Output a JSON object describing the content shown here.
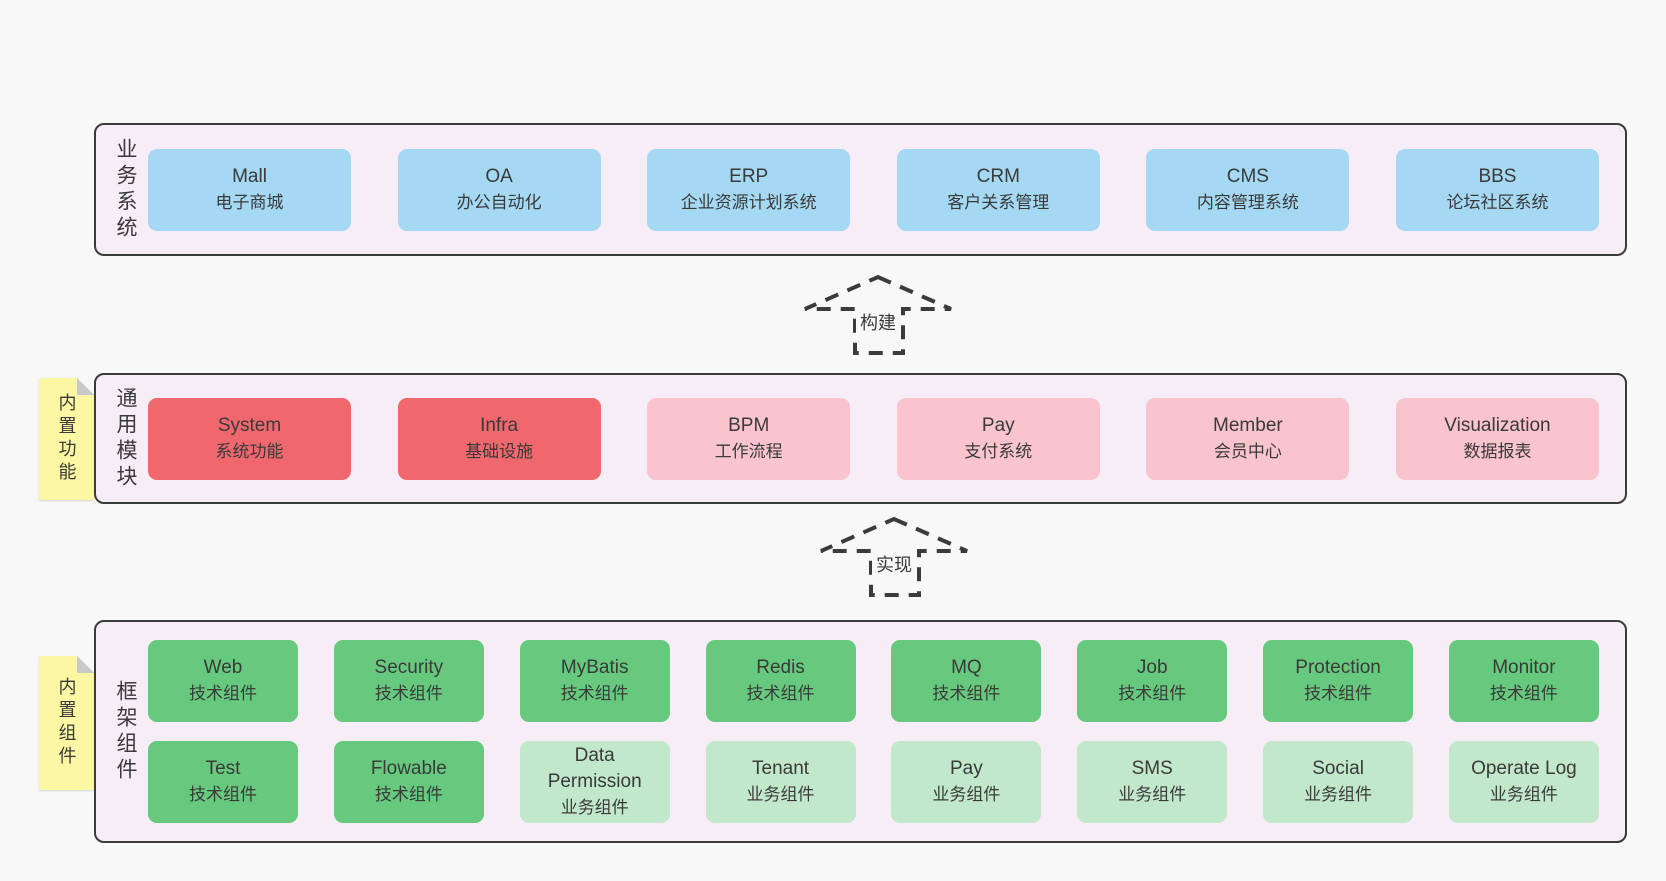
{
  "colors": {
    "page_bg": "#f8f8f8",
    "panel_bg": "#f7edf6",
    "panel_border": "#3b3b3b",
    "blue_box": "#a5d8f2",
    "red_box": "#f0686d",
    "pink_box": "#f9c4ce",
    "green_box": "#66c97e",
    "light_green_box": "#c2e8cb",
    "sticky_note": "#fbf7a2",
    "sticky_fold": "#c9c9c9",
    "text": "#3a3a3a"
  },
  "business_systems": {
    "label": "业务系统",
    "boxes": [
      {
        "name": "Mall",
        "desc": "电子商城"
      },
      {
        "name": "OA",
        "desc": "办公自动化"
      },
      {
        "name": "ERP",
        "desc": "企业资源计划系统"
      },
      {
        "name": "CRM",
        "desc": "客户关系管理"
      },
      {
        "name": "CMS",
        "desc": "内容管理系统"
      },
      {
        "name": "BBS",
        "desc": "论坛社区系统"
      }
    ]
  },
  "arrow_build": {
    "label": "构建"
  },
  "common_modules": {
    "label": "通用模块",
    "sticky": "内置功能",
    "boxes": [
      {
        "name": "System",
        "desc": "系统功能"
      },
      {
        "name": "Infra",
        "desc": "基础设施"
      },
      {
        "name": "BPM",
        "desc": "工作流程"
      },
      {
        "name": "Pay",
        "desc": "支付系统"
      },
      {
        "name": "Member",
        "desc": "会员中心"
      },
      {
        "name": "Visualization",
        "desc": "数据报表"
      }
    ]
  },
  "arrow_implement": {
    "label": "实现"
  },
  "framework_components": {
    "label": "框架组件",
    "sticky": "内置组件",
    "row1": [
      {
        "name": "Web",
        "desc": "技术组件"
      },
      {
        "name": "Security",
        "desc": "技术组件"
      },
      {
        "name": "MyBatis",
        "desc": "技术组件"
      },
      {
        "name": "Redis",
        "desc": "技术组件"
      },
      {
        "name": "MQ",
        "desc": "技术组件"
      },
      {
        "name": "Job",
        "desc": "技术组件"
      },
      {
        "name": "Protection",
        "desc": "技术组件"
      },
      {
        "name": "Monitor",
        "desc": "技术组件"
      }
    ],
    "row2": [
      {
        "name": "Test",
        "desc": "技术组件"
      },
      {
        "name": "Flowable",
        "desc": "技术组件"
      },
      {
        "name": "Data Permission",
        "desc": "业务组件"
      },
      {
        "name": "Tenant",
        "desc": "业务组件"
      },
      {
        "name": "Pay",
        "desc": "业务组件"
      },
      {
        "name": "SMS",
        "desc": "业务组件"
      },
      {
        "name": "Social",
        "desc": "业务组件"
      },
      {
        "name": "Operate Log",
        "desc": "业务组件"
      }
    ]
  }
}
